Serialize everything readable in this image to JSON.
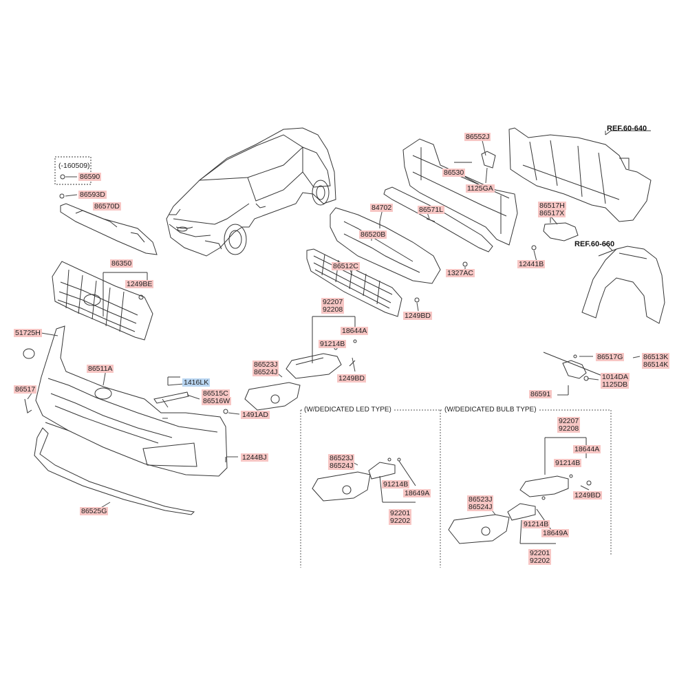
{
  "sections": {
    "led_title": "(W/DEDICATED LED TYPE)",
    "bulb_title": "(W/DEDICATED BULB TYPE)"
  },
  "refs": {
    "ref_640": "REF.60-640",
    "ref_660": "REF.60-660"
  },
  "date_note": "(-160509)",
  "labels": {
    "p86590": "86590",
    "p86593D": "86593D",
    "p86570D": "86570D",
    "p86350": "86350",
    "p1249BE": "1249BE",
    "p51725H": "51725H",
    "p86511A": "86511A",
    "p86517": "86517",
    "p1416LK": "1416LK",
    "p86515C": "86515C",
    "p86516W": "86516W",
    "p1491AD": "1491AD",
    "p1244BJ": "1244BJ",
    "p86525G": "86525G",
    "p86552J": "86552J",
    "p86530": "86530",
    "p1125GA": "1125GA",
    "p84702": "84702",
    "p86571L": "86571L",
    "p86520B": "86520B",
    "p1327AC": "1327AC",
    "p86512C": "86512C",
    "p1249BD_a": "1249BD",
    "p92207_a": "92207",
    "p92208_a": "92208",
    "p18644A_a": "18644A",
    "p91214B_a": "91214B",
    "p1249BD_b": "1249BD",
    "p86523J_a": "86523J",
    "p86524J_a": "86524J",
    "p86517H": "86517H",
    "p86517X": "86517X",
    "p12441B": "12441B",
    "p86517G": "86517G",
    "p86513K": "86513K",
    "p86514K": "86514K",
    "p1014DA": "1014DA",
    "p1125DB": "1125DB",
    "p86591": "86591",
    "led_86523J": "86523J",
    "led_86524J": "86524J",
    "led_91214B": "91214B",
    "led_18649A": "18649A",
    "led_92201": "92201",
    "led_92202": "92202",
    "bulb_92207": "92207",
    "bulb_92208": "92208",
    "bulb_18644A": "18644A",
    "bulb_91214B_a": "91214B",
    "bulb_1249BD": "1249BD",
    "bulb_86523J": "86523J",
    "bulb_86524J": "86524J",
    "bulb_91214B_b": "91214B",
    "bulb_18649A": "18649A",
    "bulb_92201": "92201",
    "bulb_92202": "92202"
  },
  "colors": {
    "callout_bg": "#f7c6c4",
    "highlight_bg": "#b9d6f2",
    "line": "#333333"
  }
}
